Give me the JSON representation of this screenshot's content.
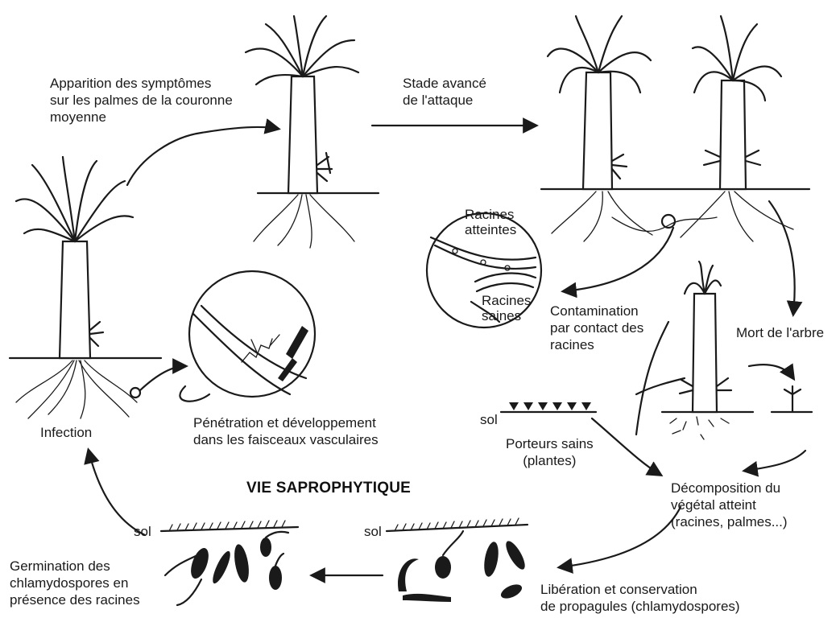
{
  "labels": {
    "symptoms": "Apparition des symptômes\nsur les palmes de la couronne\nmoyenne",
    "advanced": "Stade avancé\nde l'attaque",
    "infection": "Infection",
    "penetration": "Pénétration et développement\ndans les faisceaux vasculaires",
    "roots_affected": "Racines\natteintes",
    "roots_healthy": "Racines\nsaines",
    "contamination": "Contamination\npar contact des\nracines",
    "death": "Mort de l'arbre",
    "soil": "sol",
    "carriers": "Porteurs sains\n(plantes)",
    "decomposition": "Décomposition du\nvégétal atteint\n(racines, palmes...)",
    "saprophytic": "VIE SAPROPHYTIQUE",
    "germination": "Germination des\nchlamydospores en\nprésence des racines",
    "release": "Libération et conservation\nde propagules (chlamydospores)"
  },
  "icons": [
    "palm-tree-icon",
    "root-circle-icon",
    "spore-icon",
    "arrow-icon"
  ],
  "colors": {
    "ink": "#1a1a1a",
    "background": "#ffffff"
  }
}
